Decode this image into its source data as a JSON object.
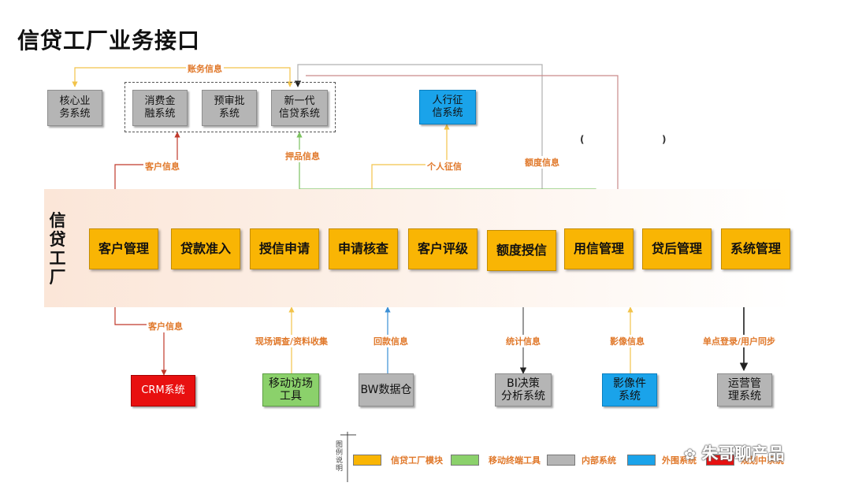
{
  "title": "信贷工厂业务接口",
  "band_label": "信\n贷\n工\n厂",
  "top_systems": {
    "core": "核心业\n务系统",
    "consumer_finance": "消费金\n融系统",
    "pre_approval": "预审批\n系统",
    "new_credit": "新一代\n信贷系统",
    "pboc_credit": "人行征\n信系统"
  },
  "modules": [
    "客户管理",
    "贷款准入",
    "授信申请",
    "申请核查",
    "客户评级",
    "额度授信",
    "用信管理",
    "贷后管理",
    "系统管理"
  ],
  "bottom_systems": {
    "crm": "CRM系统",
    "mobile_visit": "移动访场\n工具",
    "bw": "BW数据仓",
    "bi": "BI决策\n分析系统",
    "imaging": "影像件\n系统",
    "ops": "运营管\n理系统"
  },
  "edge_labels": {
    "account_info": "账务信息",
    "customer_info_top": "客户信息",
    "collateral_info": "押品信息",
    "personal_credit": "个人征信",
    "quota_info": "额度信息",
    "customer_info_bottom": "客户信息",
    "field_survey": "现场调查/资料收集",
    "repayment_info": "回款信息",
    "stats_info": "统计信息",
    "image_info": "影像信息",
    "sso": "单点登录/用户同步"
  },
  "paren_open": "(",
  "paren_close": ")",
  "legend": {
    "caption": "图\n例\n说\n明",
    "items": [
      {
        "label": "信贷工厂模块",
        "color": "#f9b504"
      },
      {
        "label": "移动终端工具",
        "color": "#8bd16b"
      },
      {
        "label": "内部系统",
        "color": "#b5b5b5"
      },
      {
        "label": "外围系统",
        "color": "#1aa3ea"
      },
      {
        "label": "规划中系统",
        "color": "#e81010"
      }
    ]
  },
  "watermark": "朱哥聊产品",
  "colors": {
    "module": "#f9b504",
    "internal": "#b5b5b5",
    "external": "#1aa3ea",
    "mobile": "#8bd16b",
    "planned": "#e81010",
    "edge_label": "#e0782a"
  }
}
